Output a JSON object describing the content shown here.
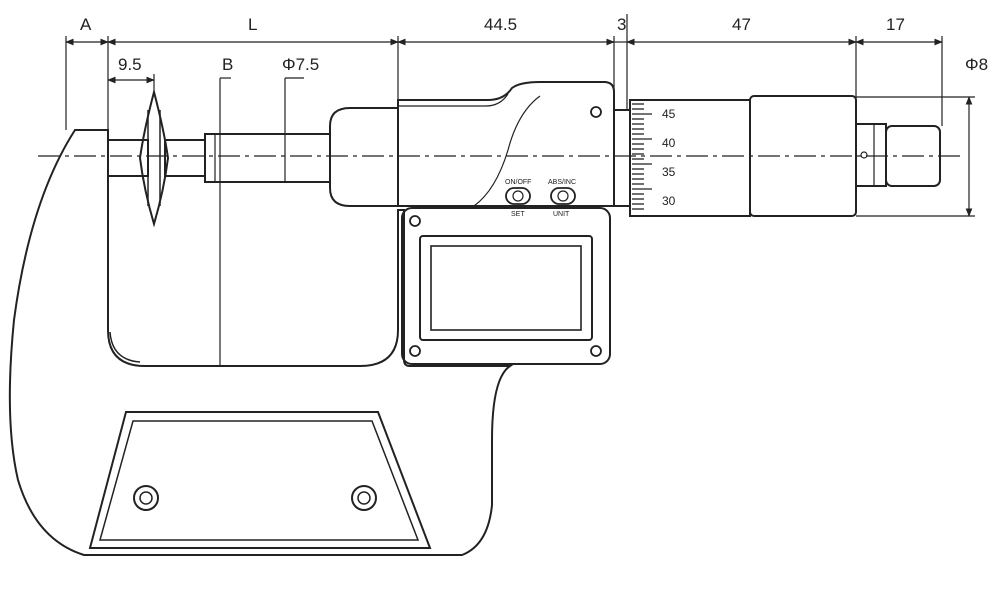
{
  "dimensions": {
    "a": "A",
    "l": "L",
    "d445": "44.5",
    "d3": "3",
    "d47": "47",
    "d17": "17",
    "d95": "9.5",
    "b": "B",
    "phi75": "Φ7.5",
    "phi8": "Φ8"
  },
  "buttons": {
    "onoff": "ON/OFF",
    "set": "SET",
    "absinc": "ABS/INC",
    "unit": "UNIT"
  },
  "thimble_scale": [
    "45",
    "40",
    "35",
    "30"
  ],
  "colors": {
    "line": "#222222",
    "background": "#ffffff"
  }
}
